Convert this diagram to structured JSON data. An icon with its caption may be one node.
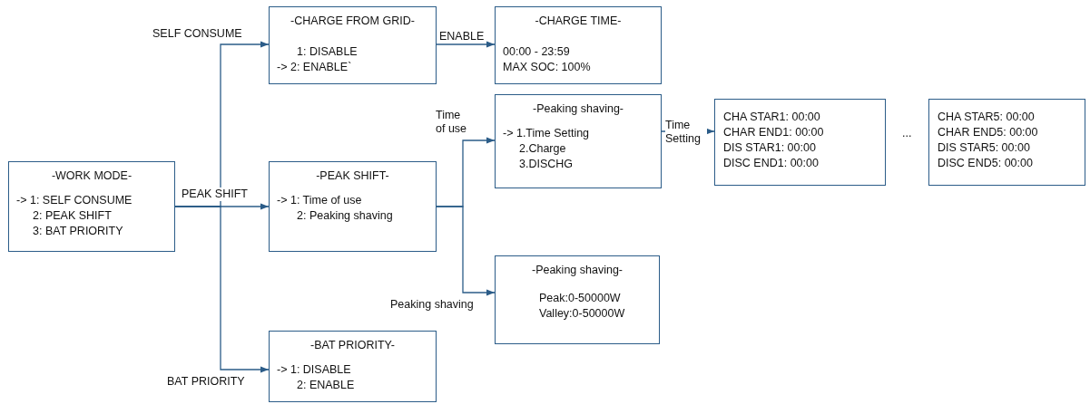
{
  "diagram": {
    "nodes": [
      {
        "text": [
          "-WORK MODE-",
          "-> 1: SELF CONSUME",
          "2: PEAK SHIFT",
          "3: BAT PRIORITY"
        ]
      },
      {
        "text": [
          "-CHARGE FROM GRID-",
          "1: DISABLE",
          "-> 2: ENABLE`"
        ]
      },
      {
        "text": [
          "-CHARGE TIME-",
          "00:00 - 23:59",
          "MAX SOC: 100%"
        ]
      },
      {
        "text": [
          "-PEAK SHIFT-",
          "-> 1: Time of use",
          "2: Peaking shaving"
        ]
      },
      {
        "text": [
          "-Peaking shaving-",
          "-> 1.Time Setting",
          "2.Charge",
          "3.DISCHG"
        ]
      },
      {
        "text": [
          "CHA STAR1: 00:00",
          "CHAR END1: 00:00",
          "DIS STAR1: 00:00",
          "DISC END1: 00:00"
        ]
      },
      {
        "text": [
          "CHA STAR5: 00:00",
          "CHAR END5: 00:00",
          "DIS STAR5: 00:00",
          "DISC END5: 00:00"
        ]
      },
      {
        "text": [
          "-Peaking shaving-",
          "Peak:0-50000W",
          "Valley:0-50000W"
        ]
      },
      {
        "text": [
          "-BAT PRIORITY-",
          "-> 1: DISABLE",
          "2: ENABLE"
        ]
      }
    ],
    "edges": [
      {
        "from": 0,
        "to": 1,
        "arrow": "to",
        "label": "SELF CONSUME"
      },
      {
        "from": 0,
        "to": 3,
        "arrow": "to",
        "label": "PEAK SHIFT"
      },
      {
        "from": 0,
        "to": 8,
        "arrow": "to",
        "label": "BAT PRIORITY"
      },
      {
        "from": 1,
        "to": 2,
        "arrow": "to",
        "label": "ENABLE"
      },
      {
        "from": 3,
        "to": 4,
        "arrow": "to",
        "label": "Time of use"
      },
      {
        "from": 3,
        "to": 7,
        "arrow": "to",
        "label": "Peaking shaving"
      },
      {
        "from": 4,
        "to": 5,
        "arrow": "to",
        "label": "Time Setting"
      }
    ],
    "labels": [
      "..."
    ]
  }
}
